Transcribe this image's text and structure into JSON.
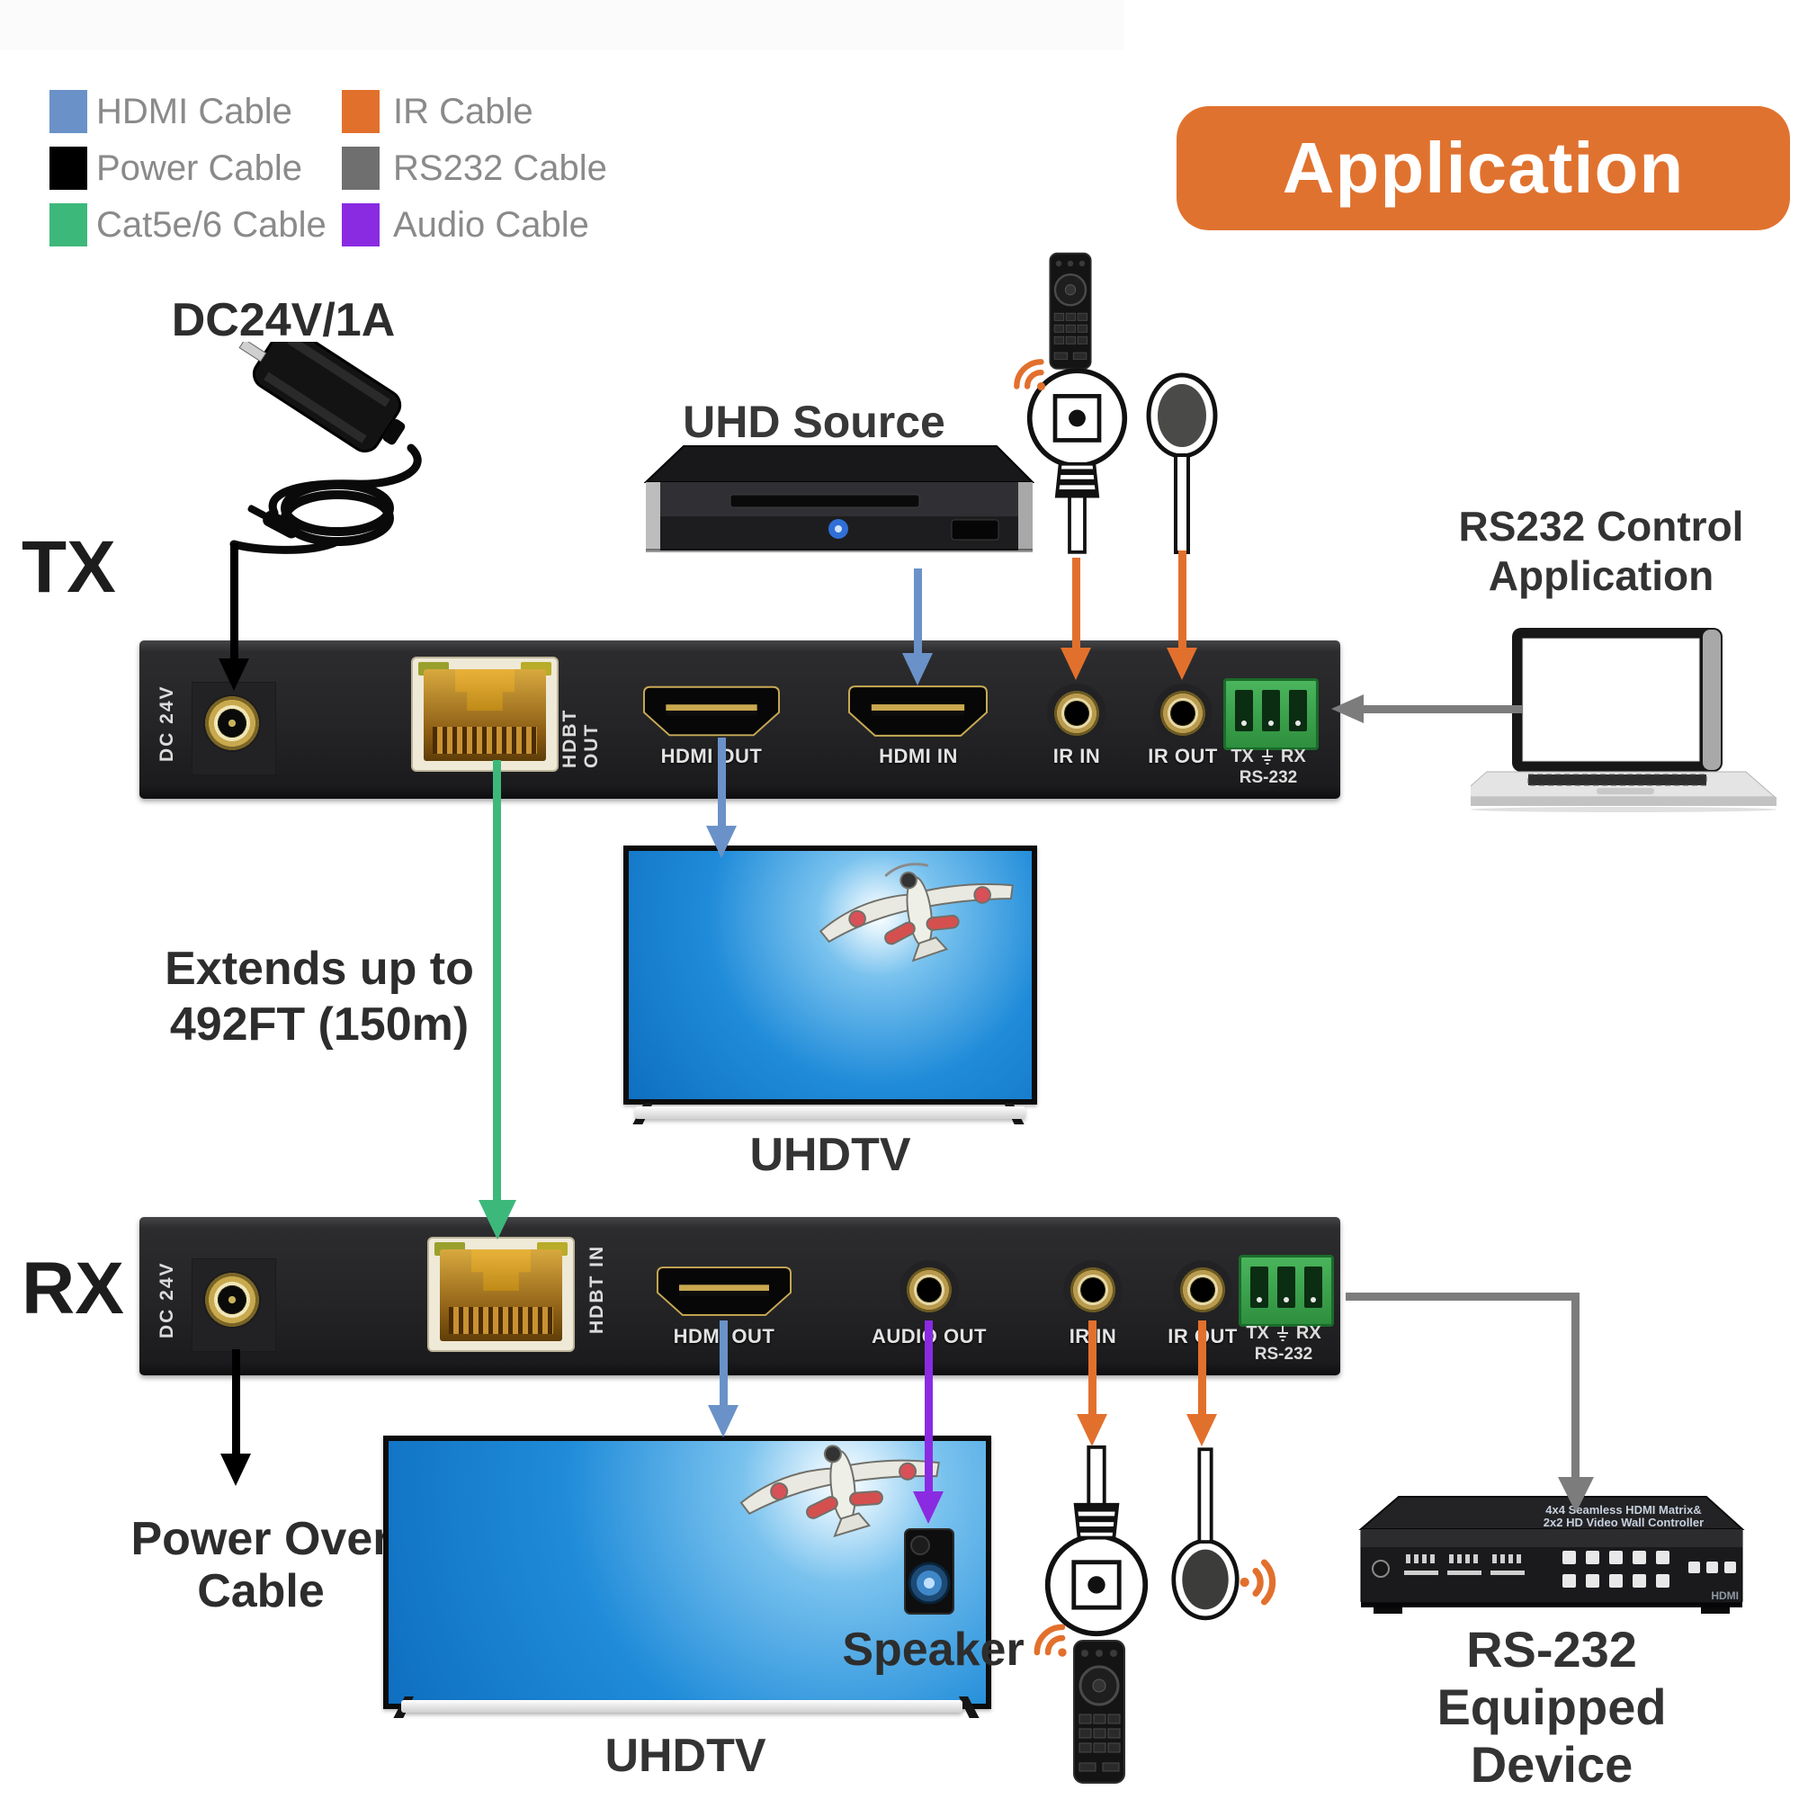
{
  "legend": {
    "items": [
      {
        "label": "HDMI Cable",
        "color": "#6a92c8"
      },
      {
        "label": "Power Cable",
        "color": "#000000"
      },
      {
        "label": "Cat5e/6 Cable",
        "color": "#3db87b"
      },
      {
        "label": "IR Cable",
        "color": "#e2702d"
      },
      {
        "label": "RS232 Cable",
        "color": "#6f6f6f"
      },
      {
        "label": "Audio Cable",
        "color": "#8a2be2"
      }
    ]
  },
  "banner": {
    "label": "Application",
    "bg": "#e0722f"
  },
  "cables": {
    "hdmi": "#6a92c8",
    "power": "#000000",
    "cat": "#3db87b",
    "ir": "#e2702d",
    "rs232": "#7c7c7c",
    "audio": "#8a2be2"
  },
  "annotations": {
    "tx": "TX",
    "rx": "RX",
    "dc_power": "DC24V/1A",
    "uhd_source": "UHD Source",
    "rs232_control_line1": "RS232 Control",
    "rs232_control_line2": "Application",
    "extends_line1": "Extends up to",
    "extends_line2": "492FT (150m)",
    "uhdtv_top": "UHDTV",
    "uhdtv_bottom": "UHDTV",
    "power_over_line1": "Power Over",
    "power_over_line2": "Cable",
    "speaker": "Speaker",
    "rs232_device_line1": "RS-232 Equipped",
    "rs232_device_line2": "Device"
  },
  "tx_panel": {
    "dc": "DC 24V",
    "hdbt": "HDBT OUT",
    "hdmi_out": "HDMI OUT",
    "hdmi_in": "HDMI IN",
    "ir_in": "IR IN",
    "ir_out": "IR OUT",
    "term_tx": "TX",
    "term_rx": "RX",
    "term_sub": "RS-232"
  },
  "rx_panel": {
    "dc": "DC 24V",
    "hdbt": "HDBT IN",
    "hdmi_out": "HDMI OUT",
    "audio_out": "AUDIO OUT",
    "ir_in": "IR IN",
    "ir_out": "IR OUT",
    "term_tx": "TX",
    "term_rx": "RX",
    "term_sub": "RS-232"
  },
  "rs232_device": {
    "top_line1": "4x4 Seamless HDMI Matrix&",
    "top_line2": "2x2 HD Video Wall Controller",
    "logo": "HDMI"
  }
}
